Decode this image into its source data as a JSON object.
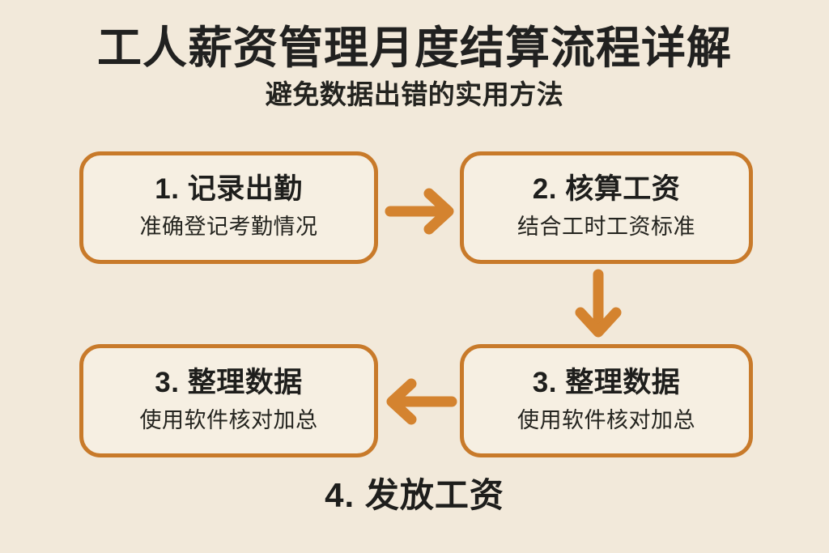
{
  "header": {
    "title": "工人薪资管理月度结算流程详解",
    "subtitle": "避免数据出错的实用方法"
  },
  "flow": {
    "nodes": [
      {
        "id": "node-1",
        "title": "1. 记录出勤",
        "desc": "准确登记考勤情况"
      },
      {
        "id": "node-2",
        "title": "2. 核算工资",
        "desc": "结合工时工资标准"
      },
      {
        "id": "node-3",
        "title": "3. 整理数据",
        "desc": "使用软件核对加总"
      },
      {
        "id": "node-4",
        "title": "3. 整理数据",
        "desc": "使用软件核对加总"
      }
    ],
    "arrows": [
      {
        "id": "arrow-right",
        "icon": "arrow-right-icon",
        "direction": "right",
        "from": "node-1",
        "to": "node-2"
      },
      {
        "id": "arrow-down",
        "icon": "arrow-down-icon",
        "direction": "down",
        "from": "node-2",
        "to": "node-4"
      },
      {
        "id": "arrow-left",
        "icon": "arrow-left-icon",
        "direction": "left",
        "from": "node-4",
        "to": "node-3"
      }
    ]
  },
  "footer": {
    "step": "4. 发放工资"
  },
  "colors": {
    "page_background": "#f2e9da",
    "card_background": "#f6efe2",
    "card_border": "#c87a2a",
    "arrow": "#d4832f",
    "title_text": "#212120",
    "body_text": "#24241f"
  }
}
